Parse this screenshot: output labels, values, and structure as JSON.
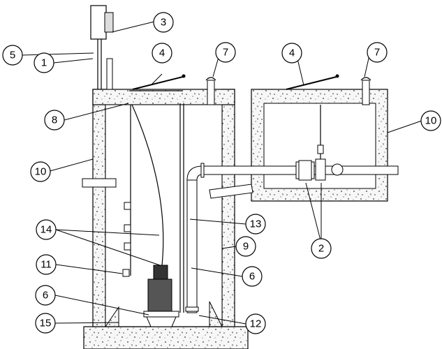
{
  "diagram": {
    "callouts": [
      {
        "id": "c1",
        "label": "1"
      },
      {
        "id": "c2",
        "label": "2"
      },
      {
        "id": "c3",
        "label": "3"
      },
      {
        "id": "c4a",
        "label": "4"
      },
      {
        "id": "c4b",
        "label": "4"
      },
      {
        "id": "c5",
        "label": "5"
      },
      {
        "id": "c6a",
        "label": "6"
      },
      {
        "id": "c6b",
        "label": "6"
      },
      {
        "id": "c7a",
        "label": "7"
      },
      {
        "id": "c7b",
        "label": "7"
      },
      {
        "id": "c8",
        "label": "8"
      },
      {
        "id": "c9",
        "label": "9"
      },
      {
        "id": "c10a",
        "label": "10"
      },
      {
        "id": "c10b",
        "label": "10"
      },
      {
        "id": "c11",
        "label": "11"
      },
      {
        "id": "c12",
        "label": "12"
      },
      {
        "id": "c13",
        "label": "13"
      },
      {
        "id": "c14",
        "label": "14"
      },
      {
        "id": "c15",
        "label": "15"
      }
    ]
  }
}
